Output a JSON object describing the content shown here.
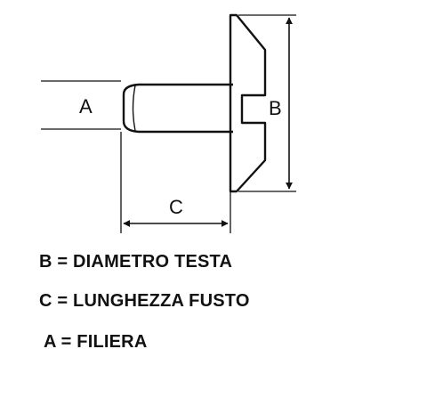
{
  "diagram": {
    "labels": {
      "a": "A",
      "b": "B",
      "c": "C"
    },
    "line_color": "#111111"
  },
  "legend": {
    "b": "B = DIAMETRO TESTA",
    "c": "C = LUNGHEZZA FUSTO",
    "a": "A = FILIERA"
  }
}
